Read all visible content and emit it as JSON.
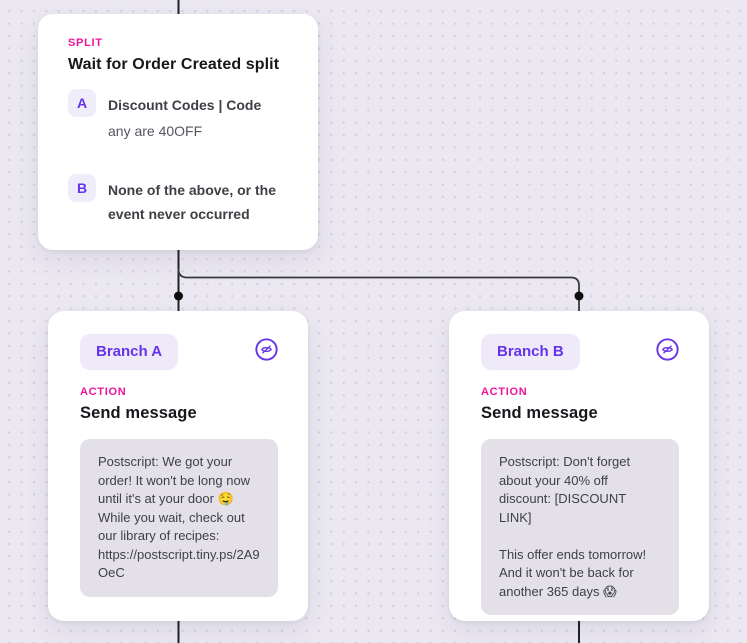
{
  "canvas": {
    "background_color": "#EBE8F2",
    "dot_grid_color": "#D6D2E0"
  },
  "colors": {
    "accent_purple": "#6733E9",
    "label_pink": "#ED149D",
    "card_background": "#FFFFFF",
    "message_box_background": "#E3E1E7",
    "connector_line": "#2B2B2B"
  },
  "split_card": {
    "type_label": "SPLIT",
    "title": "Wait for Order Created split",
    "branches": [
      {
        "key": "A",
        "condition": "Discount Codes | Code",
        "detail": "any are 40OFF"
      },
      {
        "key": "B",
        "condition": "None of the above, or the event never occurred",
        "detail": ""
      }
    ]
  },
  "branch_cards": [
    {
      "badge": "Branch A",
      "type_label": "ACTION",
      "title": "Send message",
      "icon": "eye-off-icon",
      "message": "Postscript: We got your order! It won't be long now until it's at your door 🤤 While you wait, check out our library of recipes: https://postscript.tiny.ps/2A9OeC"
    },
    {
      "badge": "Branch B",
      "type_label": "ACTION",
      "title": "Send message",
      "icon": "eye-off-icon",
      "message": "Postscript: Don't forget about your 40% off discount: [DISCOUNT LINK]\n\nThis offer ends tomorrow! And it won't be back for another 365 days 😱"
    }
  ]
}
